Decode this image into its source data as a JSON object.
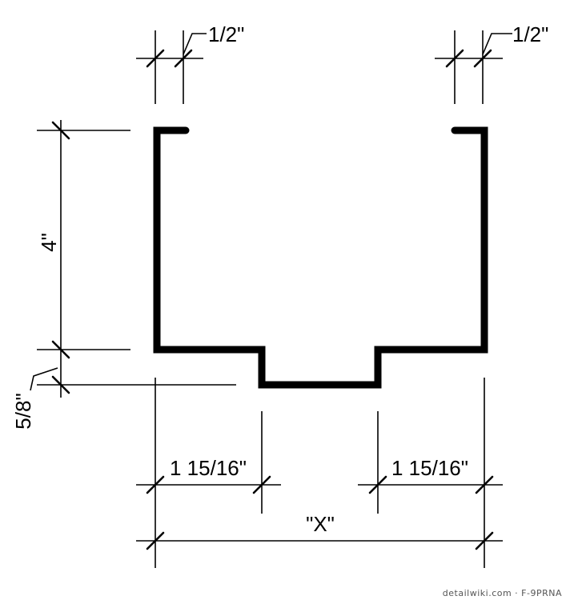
{
  "dimensions": {
    "top_left_lip": "1/2\"",
    "top_right_lip": "1/2\"",
    "height": "4\"",
    "recess_depth": "5/8\"",
    "bottom_left_flange": "1 15/16\"",
    "bottom_right_flange": "1 15/16\"",
    "overall_width": "\"X\""
  },
  "credit": "detailwiki.com · F-9PRNA",
  "colors": {
    "line": "#000000",
    "background": "#ffffff"
  }
}
